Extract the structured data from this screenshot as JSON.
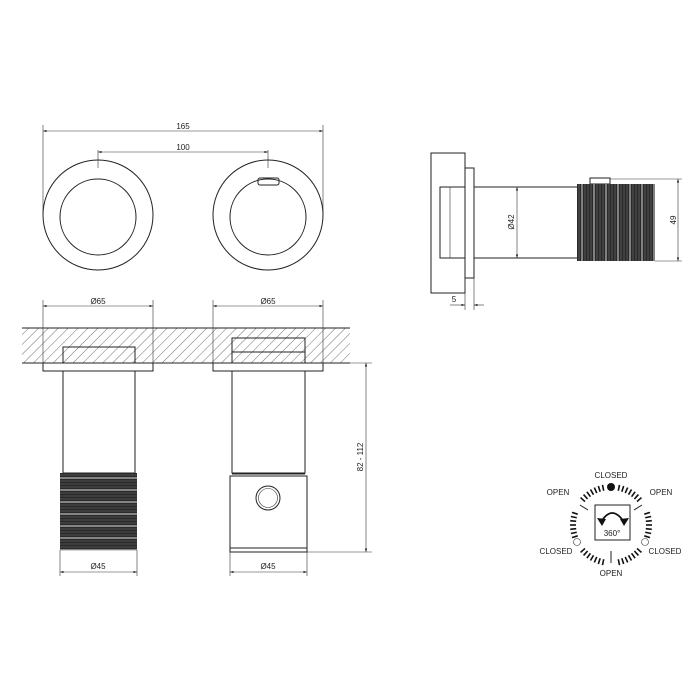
{
  "front_view": {
    "dim_total_width": "165",
    "dim_center_distance": "100"
  },
  "section_view": {
    "dim_flange_left": "Ø65",
    "dim_flange_right": "Ø65",
    "dim_body_left": "Ø45",
    "dim_body_right": "Ø45",
    "dim_projection": "82 - 112"
  },
  "side_view": {
    "dim_tube": "Ø42",
    "dim_knob": "49",
    "dim_flange": "5"
  },
  "rotation_diagram": {
    "angle": "360°",
    "labels": {
      "top": "CLOSED",
      "upper_left": "OPEN",
      "upper_right": "OPEN",
      "lower_left": "CLOSED",
      "lower_right": "CLOSED",
      "bottom": "OPEN"
    }
  }
}
